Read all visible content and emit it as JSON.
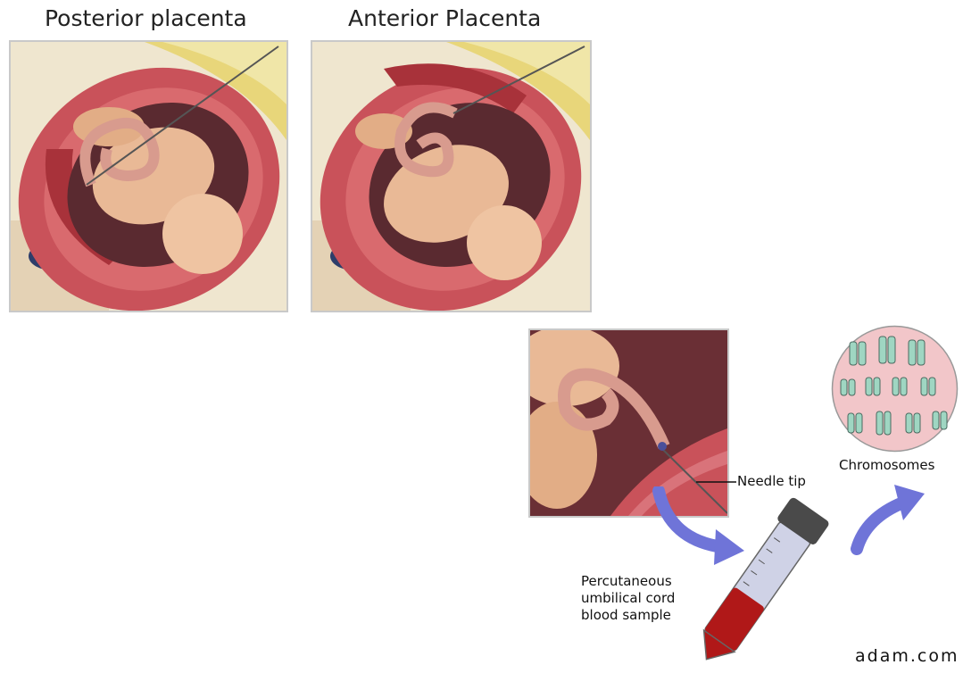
{
  "titles": {
    "posterior": "Posterior placenta",
    "anterior": "Anterior Placenta"
  },
  "labels": {
    "needle_tip": "Needle tip",
    "chromosomes": "Chromosomes",
    "sample_line1": "Percutaneous",
    "sample_line2": "umbilical cord",
    "sample_line3": "blood sample"
  },
  "credit": "adam.com",
  "colors": {
    "uterine_wall": "#c9525a",
    "placenta": "#a8323a",
    "fetus_skin": "#e9b996",
    "amniotic_cavity": "#5a2a30",
    "fat_layer": "#e8d67a",
    "arrow": "#6f74d8",
    "blood": "#b01818",
    "chromosome_bg": "#f2c6c9",
    "chromosome": "#9fd6c2"
  }
}
